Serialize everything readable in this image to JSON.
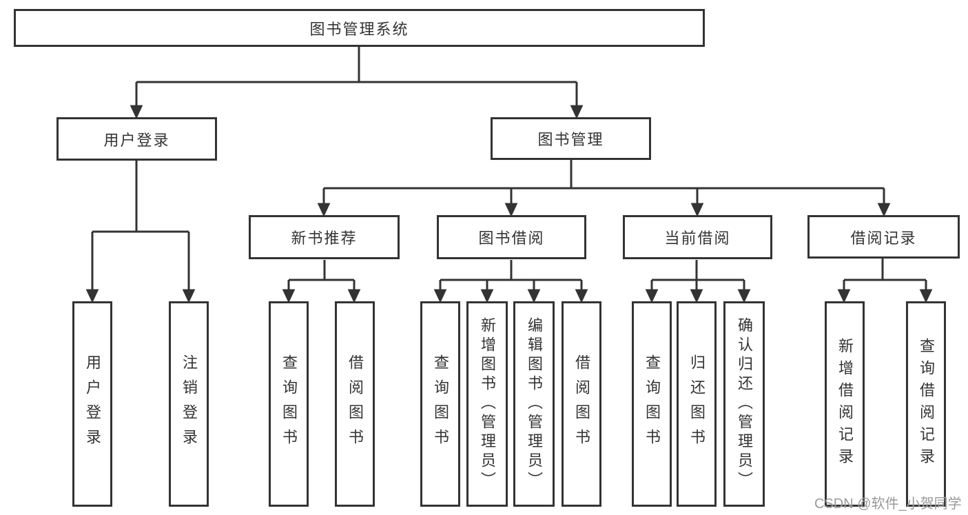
{
  "style": {
    "line_color": "#333333",
    "text_color": "#333333",
    "box_background": "#ffffff",
    "page_background": "#ffffff",
    "watermark_color": "#949494"
  },
  "watermark": {
    "text": "CSDN @软件_小贺同学"
  },
  "tree": {
    "root": "图书管理系统",
    "children": [
      {
        "label": "用户登录",
        "children": [
          "用户登录",
          "注销登录"
        ]
      },
      {
        "label": "图书管理",
        "children": [
          {
            "label": "新书推荐",
            "children": [
              "查询图书",
              "借阅图书"
            ]
          },
          {
            "label": "图书借阅",
            "children": [
              "查询图书",
              "新增图书（管理员）",
              "编辑图书（管理员）",
              "借阅图书"
            ]
          },
          {
            "label": "当前借阅",
            "children": [
              "查询图书",
              "归还图书",
              "确认归还（管理员）"
            ]
          },
          {
            "label": "借阅记录",
            "children": [
              "新增借阅记录",
              "查询借阅记录"
            ]
          }
        ]
      }
    ]
  }
}
